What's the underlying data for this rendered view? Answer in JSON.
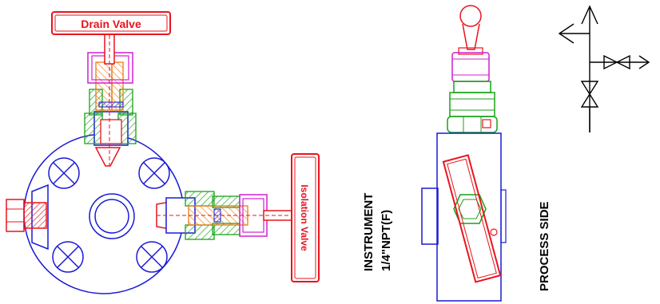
{
  "labels": {
    "drain_valve": "Drain Valve",
    "isolation_valve": "Isolation Valve",
    "instrument_line1": "INSTRUMENT",
    "instrument_line2": "1/4\"NPT(F)",
    "process_side": "PROCESS SIDE"
  },
  "colors": {
    "outline_blue": "#1a1ad6",
    "red": "#e8141e",
    "hatch_green": "#17a317",
    "hatch_orange": "#f07a10",
    "magenta": "#d21fd2",
    "black": "#000000"
  }
}
